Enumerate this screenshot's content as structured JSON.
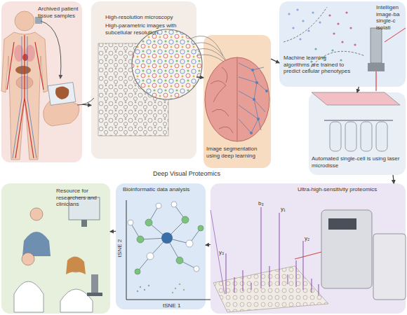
{
  "diagram": {
    "title": "Deep Visual Proteomics",
    "nodes": [
      {
        "text": [
          "Archived patient tissue samples"
        ]
      },
      {
        "text": [
          "High-resolution microscopy",
          "High-parametric images with subcellular resolution"
        ]
      },
      {
        "text": [
          "Image segmentation using deep learning"
        ]
      },
      {
        "text": [
          "Intelligen image-ba single-c isolati",
          "Machine learning algorithms are trained to predict cellular phenotypes"
        ]
      },
      {
        "text": [
          "Automated single-cell is using laser microdisse"
        ]
      },
      {
        "text": [
          "Ultra-high-sensitivity proteomics"
        ]
      },
      {
        "text": [
          "Bioinformatic data analysis"
        ]
      },
      {
        "text": [
          "Resource for researchers and clinicians"
        ]
      }
    ],
    "edges": [
      {
        "from": 0,
        "to": 1,
        "arrow": "to"
      },
      {
        "from": 1,
        "to": 2,
        "arrow": "to"
      },
      {
        "from": 2,
        "to": 3,
        "arrow": "to"
      },
      {
        "from": 3,
        "to": 4,
        "arrow": "to"
      },
      {
        "from": 4,
        "to": 5,
        "arrow": "to"
      },
      {
        "from": 5,
        "to": 6,
        "arrow": "to"
      },
      {
        "from": 6,
        "to": 7,
        "arrow": "to"
      }
    ],
    "labels": [
      "tSNE 2",
      "tSNE 1",
      "b₃",
      "y₁",
      "y₂",
      "y₃"
    ]
  }
}
